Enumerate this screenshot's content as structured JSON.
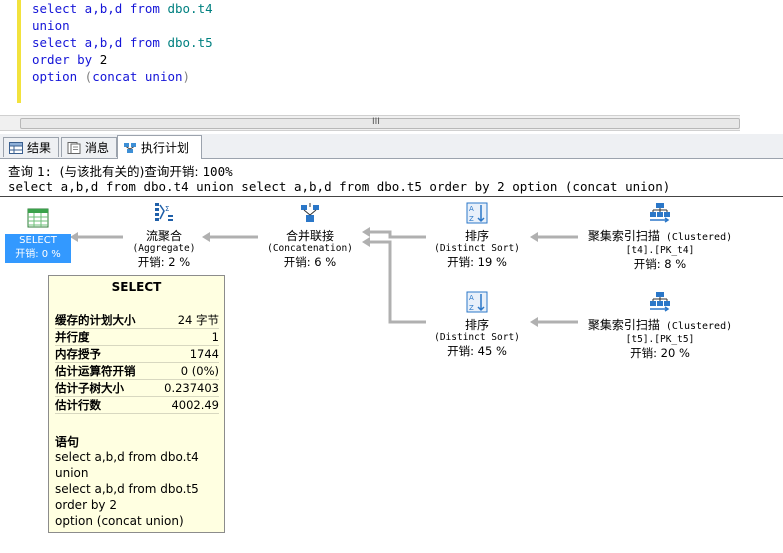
{
  "editor": {
    "lines": [
      {
        "kw1": "select",
        "rest": " a,b,d ",
        "kw2": "from",
        "tail": " dbo.t4"
      },
      {
        "kw1": "union",
        "rest": "",
        "kw2": "",
        "tail": ""
      },
      {
        "kw1": "select",
        "rest": " a,b,d ",
        "kw2": "from",
        "tail": " dbo.t5"
      },
      {
        "kw1": "order by",
        "rest": " 2",
        "kw2": "",
        "tail": ""
      },
      {
        "kw1": "option",
        "rest": " (",
        "kw2": "concat union",
        "tail": ")"
      }
    ],
    "scroll_grip": "III"
  },
  "tabs": [
    {
      "label": "结果",
      "icon": "grid-icon"
    },
    {
      "label": "消息",
      "icon": "messages-icon"
    },
    {
      "label": "执行计划",
      "icon": "execution-plan-icon"
    }
  ],
  "plan": {
    "header_prefix": "查询 ",
    "header_num": "1: ",
    "header_middle": "(与该批有关的)查询开销: ",
    "header_pct": "100%",
    "query_text": "select a,b,d from dbo.t4 union select a,b,d from dbo.t5 order by 2 option (concat union)",
    "nodes": {
      "select": {
        "name": "SELECT",
        "cost": "开销: 0 %"
      },
      "stream": {
        "name": "流聚合",
        "sub": "(Aggregate)",
        "cost": "开销: 2 %"
      },
      "concat": {
        "name": "合并联接",
        "sub": "(Concatenation)",
        "cost": "开销: 6 %"
      },
      "sort1": {
        "name": "排序",
        "sub": "(Distinct Sort)",
        "cost": "开销: 19 %"
      },
      "sort2": {
        "name": "排序",
        "sub": "(Distinct Sort)",
        "cost": "开销: 45 %"
      },
      "scan1": {
        "name": "聚集索引扫描",
        "name_suffix": " (Clustered)",
        "sub": "[t4].[PK_t4]",
        "cost": "开销: 8 %"
      },
      "scan2": {
        "name": "聚集索引扫描",
        "name_suffix": " (Clustered)",
        "sub": "[t5].[PK_t5]",
        "cost": "开销: 20 %"
      }
    }
  },
  "tooltip": {
    "title": "SELECT",
    "rows": [
      {
        "k": "缓存的计划大小",
        "v": "24 字节"
      },
      {
        "k": "并行度",
        "v": "1"
      },
      {
        "k": "内存授予",
        "v": "1744"
      },
      {
        "k": "估计运算符开销",
        "v": "0 (0%)"
      },
      {
        "k": "估计子树大小",
        "v": "0.237403"
      },
      {
        "k": "估计行数",
        "v": "4002.49"
      }
    ],
    "statement_header": "语句",
    "statement": "select a,b,d from dbo.t4\nunion\nselect a,b,d from dbo.t5\norder by 2\noption (concat union)"
  },
  "colors": {
    "keyword": "#1515d8",
    "identifier": "#008080",
    "selected": "#3399ff",
    "tooltip_bg": "#ffffe1"
  }
}
